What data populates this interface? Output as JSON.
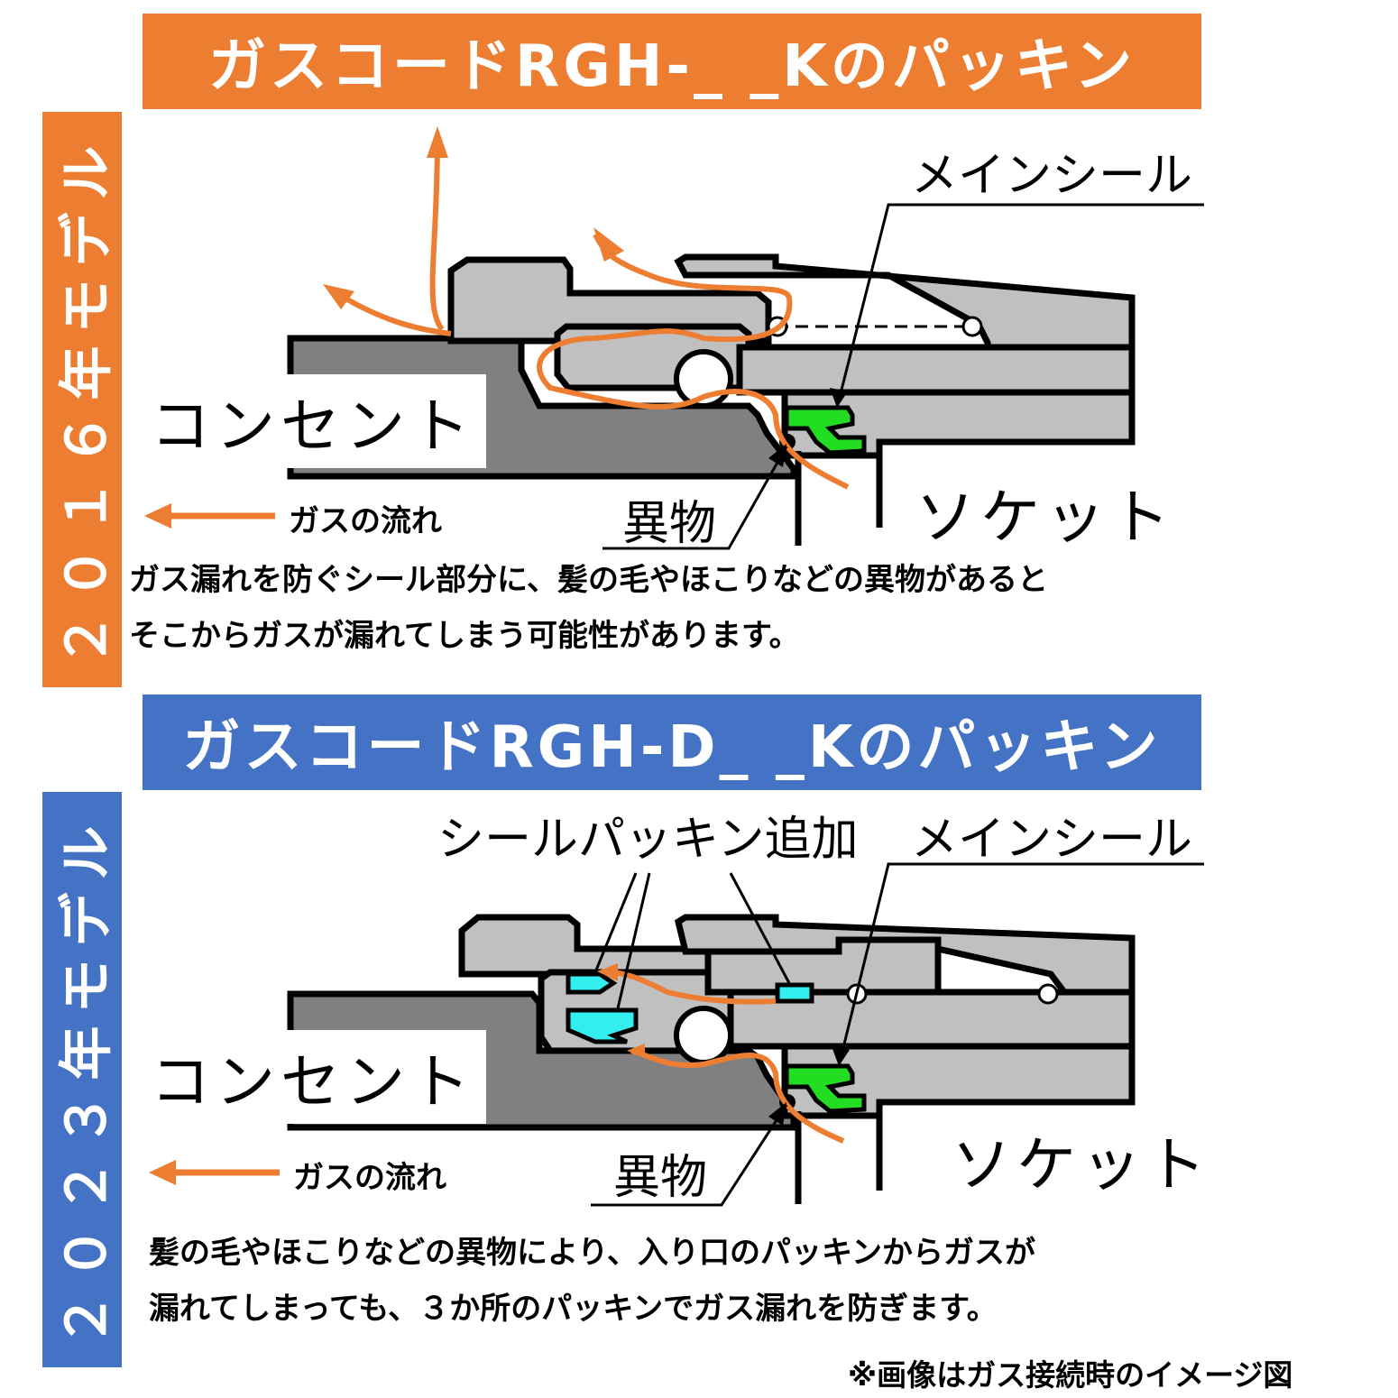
{
  "top_section": {
    "banner": "ガスコードRGH-_ _Kのパッキン",
    "sidebar": "２０１６年モデル",
    "labels": {
      "main_seal": "メインシール",
      "outlet": "コンセント",
      "socket": "ソケット",
      "foreign": "異物",
      "gas_flow": "ガスの流れ"
    },
    "desc_lines": [
      "ガス漏れを防ぐシール部分に、髪の毛やほこりなどの異物があると",
      "そこからガスが漏れてしまう可能性があります。"
    ]
  },
  "bottom_section": {
    "banner": "ガスコードRGH-D_ _Kのパッキン",
    "sidebar": "２０２３年モデル",
    "labels": {
      "added_seal": "シールパッキン追加",
      "main_seal": "メインシール",
      "outlet": "コンセント",
      "socket": "ソケット",
      "foreign": "異物",
      "gas_flow": "ガスの流れ"
    },
    "desc_lines": [
      "髪の毛やほこりなどの異物により、入り口のパッキンからガスが",
      "漏れてしまっても、３か所のパッキンでガス漏れを防ぎます。"
    ]
  },
  "footnote": "※画像はガス接続時のイメージ図",
  "colors": {
    "orange": "#ed7d31",
    "blue": "#4472c4",
    "seal_green": "#22dd22",
    "seal_cyan": "#33eeee",
    "dark_gray": "#808080",
    "light_gray": "#c0c0c0"
  }
}
